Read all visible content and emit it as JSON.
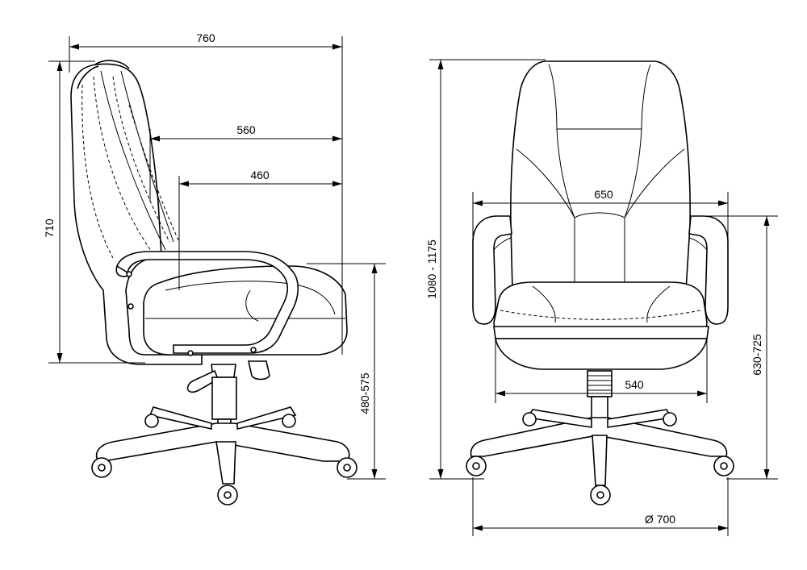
{
  "dimensions": {
    "side_overall_depth": "760",
    "side_arm_to_back": "560",
    "side_seat_depth": "460",
    "side_backrest_height": "710",
    "side_seat_height": "480-575",
    "front_total_height": "1080 - 1175",
    "front_armrest_width": "650",
    "front_seat_width": "540",
    "front_armrest_height": "630-725",
    "front_base_diameter": "Ø 700"
  }
}
